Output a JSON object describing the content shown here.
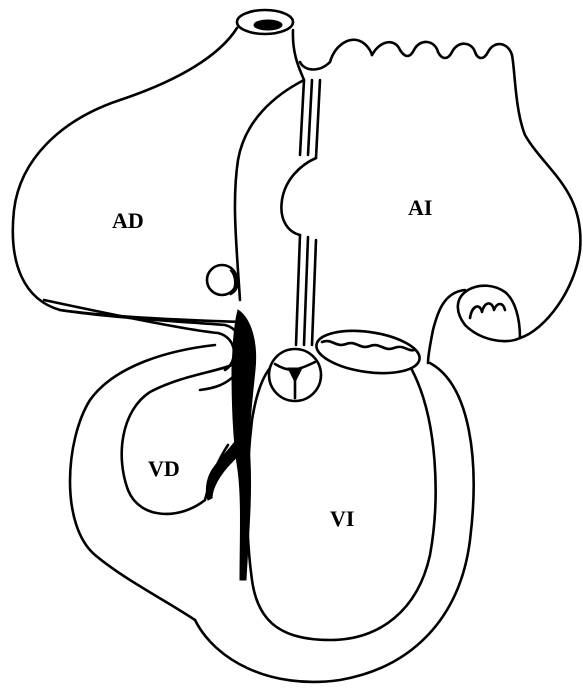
{
  "labels": {
    "ad": "AD",
    "ai": "AI",
    "vd": "VD",
    "vi": "VI"
  },
  "colors": {
    "stroke": "#000000",
    "background": "#ffffff"
  }
}
